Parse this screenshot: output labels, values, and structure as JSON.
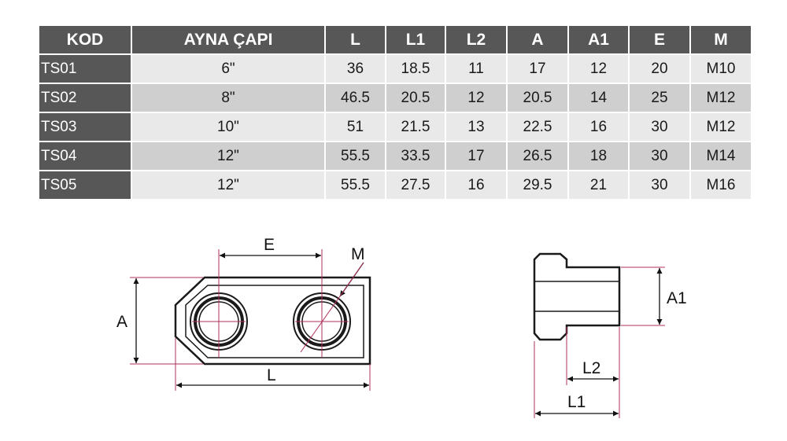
{
  "table": {
    "headers": [
      "KOD",
      "AYNA ÇAPI",
      "L",
      "L1",
      "L2",
      "A",
      "A1",
      "E",
      "M"
    ],
    "rows": [
      [
        "TS01",
        "6\"",
        "36",
        "18.5",
        "11",
        "17",
        "12",
        "20",
        "M10"
      ],
      [
        "TS02",
        "8\"",
        "46.5",
        "20.5",
        "12",
        "20.5",
        "14",
        "25",
        "M12"
      ],
      [
        "TS03",
        "10\"",
        "51",
        "21.5",
        "13",
        "22.5",
        "16",
        "30",
        "M12"
      ],
      [
        "TS04",
        "12\"",
        "55.5",
        "33.5",
        "17",
        "26.5",
        "18",
        "30",
        "M14"
      ],
      [
        "TS05",
        "12\"",
        "55.5",
        "27.5",
        "16",
        "29.5",
        "21",
        "30",
        "M16"
      ]
    ]
  },
  "drawing": {
    "labels": {
      "E": "E",
      "M": "M",
      "A": "A",
      "L": "L",
      "A1": "A1",
      "L2": "L2",
      "L1": "L1"
    }
  },
  "colors": {
    "header_bg": "#575757",
    "row_light": "#e9e9e9",
    "row_dark": "#cfcfcf",
    "dimension_line": "#b0305a",
    "outline": "#1a1a1a"
  }
}
